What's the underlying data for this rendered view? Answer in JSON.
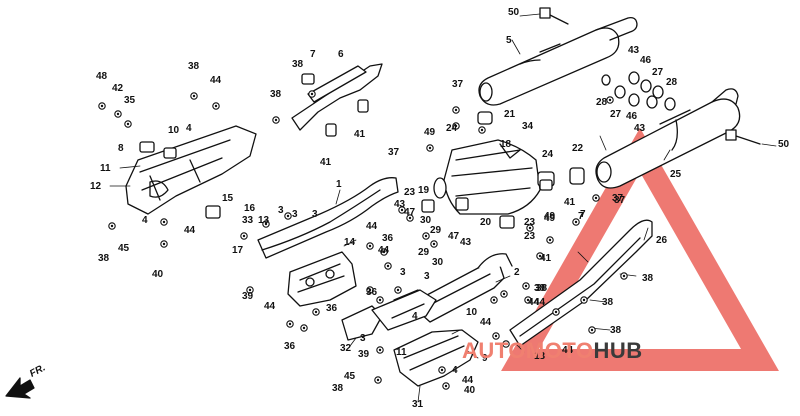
{
  "diagram": {
    "watermark": {
      "part1": "AUTOMOTO",
      "part2": "HUB",
      "color_red": "#e8453c",
      "color_dark": "#333333"
    },
    "direction_label": "FR.",
    "callouts": [
      {
        "id": "50a",
        "text": "50"
      },
      {
        "id": "5",
        "text": "5"
      },
      {
        "id": "43a",
        "text": "43"
      },
      {
        "id": "46a",
        "text": "46"
      },
      {
        "id": "27a",
        "text": "27"
      },
      {
        "id": "28a",
        "text": "28"
      },
      {
        "id": "28b",
        "text": "28"
      },
      {
        "id": "27b",
        "text": "27"
      },
      {
        "id": "46b",
        "text": "46"
      },
      {
        "id": "43b",
        "text": "43"
      },
      {
        "id": "50b",
        "text": "50"
      },
      {
        "id": "37a",
        "text": "37"
      },
      {
        "id": "21",
        "text": "21"
      },
      {
        "id": "24a",
        "text": "24"
      },
      {
        "id": "34",
        "text": "34"
      },
      {
        "id": "18",
        "text": "18"
      },
      {
        "id": "24b",
        "text": "24"
      },
      {
        "id": "22",
        "text": "22"
      },
      {
        "id": "25",
        "text": "25"
      },
      {
        "id": "49a",
        "text": "49"
      },
      {
        "id": "37b",
        "text": "37"
      },
      {
        "id": "19",
        "text": "19"
      },
      {
        "id": "23a",
        "text": "23"
      },
      {
        "id": "20",
        "text": "20"
      },
      {
        "id": "23b",
        "text": "23"
      },
      {
        "id": "37c",
        "text": "37"
      },
      {
        "id": "41a",
        "text": "41"
      },
      {
        "id": "7a",
        "text": "7"
      },
      {
        "id": "49b",
        "text": "49"
      },
      {
        "id": "48",
        "text": "48"
      },
      {
        "id": "42",
        "text": "42"
      },
      {
        "id": "35",
        "text": "35"
      },
      {
        "id": "38a",
        "text": "38"
      },
      {
        "id": "44a",
        "text": "44"
      },
      {
        "id": "7b",
        "text": "7"
      },
      {
        "id": "6",
        "text": "6"
      },
      {
        "id": "38b",
        "text": "38"
      },
      {
        "id": "38c",
        "text": "38"
      },
      {
        "id": "41b",
        "text": "41"
      },
      {
        "id": "41c",
        "text": "41"
      },
      {
        "id": "10a",
        "text": "10"
      },
      {
        "id": "4a",
        "text": "4"
      },
      {
        "id": "8",
        "text": "8"
      },
      {
        "id": "11a",
        "text": "11"
      },
      {
        "id": "12",
        "text": "12"
      },
      {
        "id": "1",
        "text": "1"
      },
      {
        "id": "15",
        "text": "15"
      },
      {
        "id": "16",
        "text": "16"
      },
      {
        "id": "33",
        "text": "33"
      },
      {
        "id": "13a",
        "text": "13"
      },
      {
        "id": "3a",
        "text": "3"
      },
      {
        "id": "3b",
        "text": "3"
      },
      {
        "id": "3c",
        "text": "3"
      },
      {
        "id": "4b",
        "text": "4"
      },
      {
        "id": "44b",
        "text": "44"
      },
      {
        "id": "45a",
        "text": "45"
      },
      {
        "id": "38d",
        "text": "38"
      },
      {
        "id": "40a",
        "text": "40"
      },
      {
        "id": "17",
        "text": "17"
      },
      {
        "id": "14",
        "text": "14"
      },
      {
        "id": "44c",
        "text": "44"
      },
      {
        "id": "36a",
        "text": "36"
      },
      {
        "id": "44d",
        "text": "44"
      },
      {
        "id": "47a",
        "text": "47"
      },
      {
        "id": "43c",
        "text": "43"
      },
      {
        "id": "30a",
        "text": "30"
      },
      {
        "id": "29a",
        "text": "29"
      },
      {
        "id": "47b",
        "text": "47"
      },
      {
        "id": "43d",
        "text": "43"
      },
      {
        "id": "29b",
        "text": "29"
      },
      {
        "id": "30b",
        "text": "30"
      },
      {
        "id": "3d",
        "text": "3"
      },
      {
        "id": "3e",
        "text": "3"
      },
      {
        "id": "2",
        "text": "2"
      },
      {
        "id": "38e",
        "text": "38"
      },
      {
        "id": "44e",
        "text": "44"
      },
      {
        "id": "36b",
        "text": "36"
      },
      {
        "id": "39a",
        "text": "39"
      },
      {
        "id": "44f",
        "text": "44"
      },
      {
        "id": "36c",
        "text": "36"
      },
      {
        "id": "36d",
        "text": "36"
      },
      {
        "id": "3f",
        "text": "3"
      },
      {
        "id": "32",
        "text": "32"
      },
      {
        "id": "39b",
        "text": "39"
      },
      {
        "id": "11b",
        "text": "11"
      },
      {
        "id": "4c",
        "text": "4"
      },
      {
        "id": "10b",
        "text": "10"
      },
      {
        "id": "44g",
        "text": "44"
      },
      {
        "id": "9",
        "text": "9"
      },
      {
        "id": "13b",
        "text": "13"
      },
      {
        "id": "45b",
        "text": "45"
      },
      {
        "id": "38f",
        "text": "38"
      },
      {
        "id": "4d",
        "text": "4"
      },
      {
        "id": "44h",
        "text": "44"
      },
      {
        "id": "40b",
        "text": "40"
      },
      {
        "id": "31",
        "text": "31"
      },
      {
        "id": "41d",
        "text": "41"
      },
      {
        "id": "49c",
        "text": "49"
      },
      {
        "id": "7c",
        "text": "7"
      },
      {
        "id": "37d",
        "text": "37"
      },
      {
        "id": "23c",
        "text": "23"
      },
      {
        "id": "26",
        "text": "26"
      },
      {
        "id": "38g",
        "text": "38"
      },
      {
        "id": "38h",
        "text": "38"
      },
      {
        "id": "38i",
        "text": "38"
      },
      {
        "id": "44i",
        "text": "44"
      },
      {
        "id": "44j",
        "text": "44"
      },
      {
        "id": "38j",
        "text": "38"
      }
    ]
  }
}
